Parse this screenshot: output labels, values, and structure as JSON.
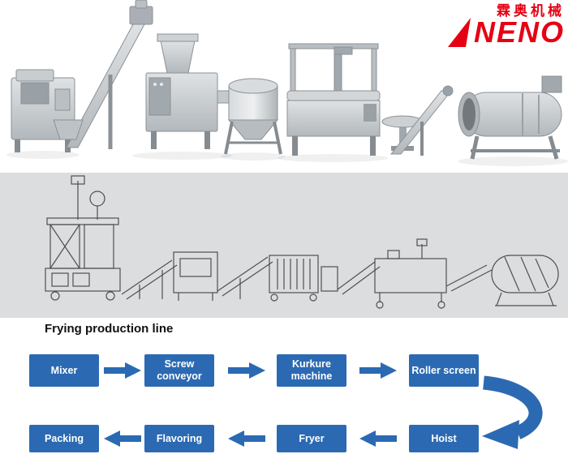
{
  "logo": {
    "brand": "NENO",
    "chinese": "霖奥机械",
    "color": "#e60013"
  },
  "heading": {
    "text": "Frying production line"
  },
  "flowchart": {
    "box_color": "#2b6ab3",
    "arrow_color": "#2b6ab3",
    "row1": [
      {
        "label": "Mixer"
      },
      {
        "label": "Screw conveyor"
      },
      {
        "label": "Kurkure machine"
      },
      {
        "label": "Roller screen"
      }
    ],
    "row2": [
      {
        "label": "Packing"
      },
      {
        "label": "Flavoring"
      },
      {
        "label": "Fryer"
      },
      {
        "label": "Hoist"
      }
    ]
  }
}
